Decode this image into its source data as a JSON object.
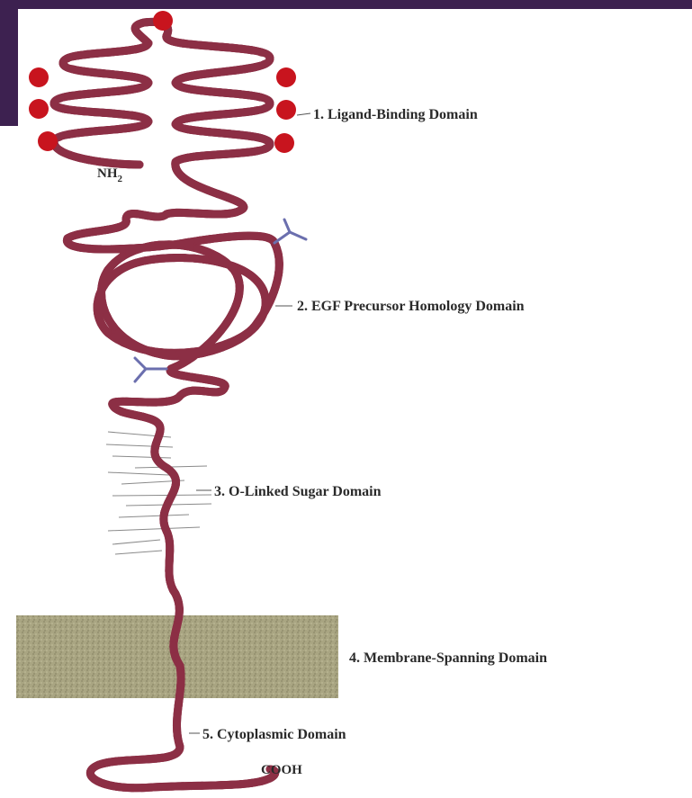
{
  "slide": {
    "accent_color": "#3d2150",
    "background": "#ffffff"
  },
  "diagram": {
    "chain_color": "#d98a9a",
    "chain_outline": "#8c2f45",
    "dot_color": "#c8141e",
    "sugar_color": "#6b6fae",
    "membrane_color": "#a9a582",
    "labels": {
      "ligand": "1. Ligand-Binding Domain",
      "egf": "2. EGF Precursor Homology Domain",
      "sugar": "3. O-Linked Sugar Domain",
      "membrane": "4. Membrane-Spanning Domain",
      "cyto": "5. Cytoplasmic Domain",
      "nh2": "NH",
      "nh2_sub": "2",
      "cooh": "COOH"
    }
  }
}
